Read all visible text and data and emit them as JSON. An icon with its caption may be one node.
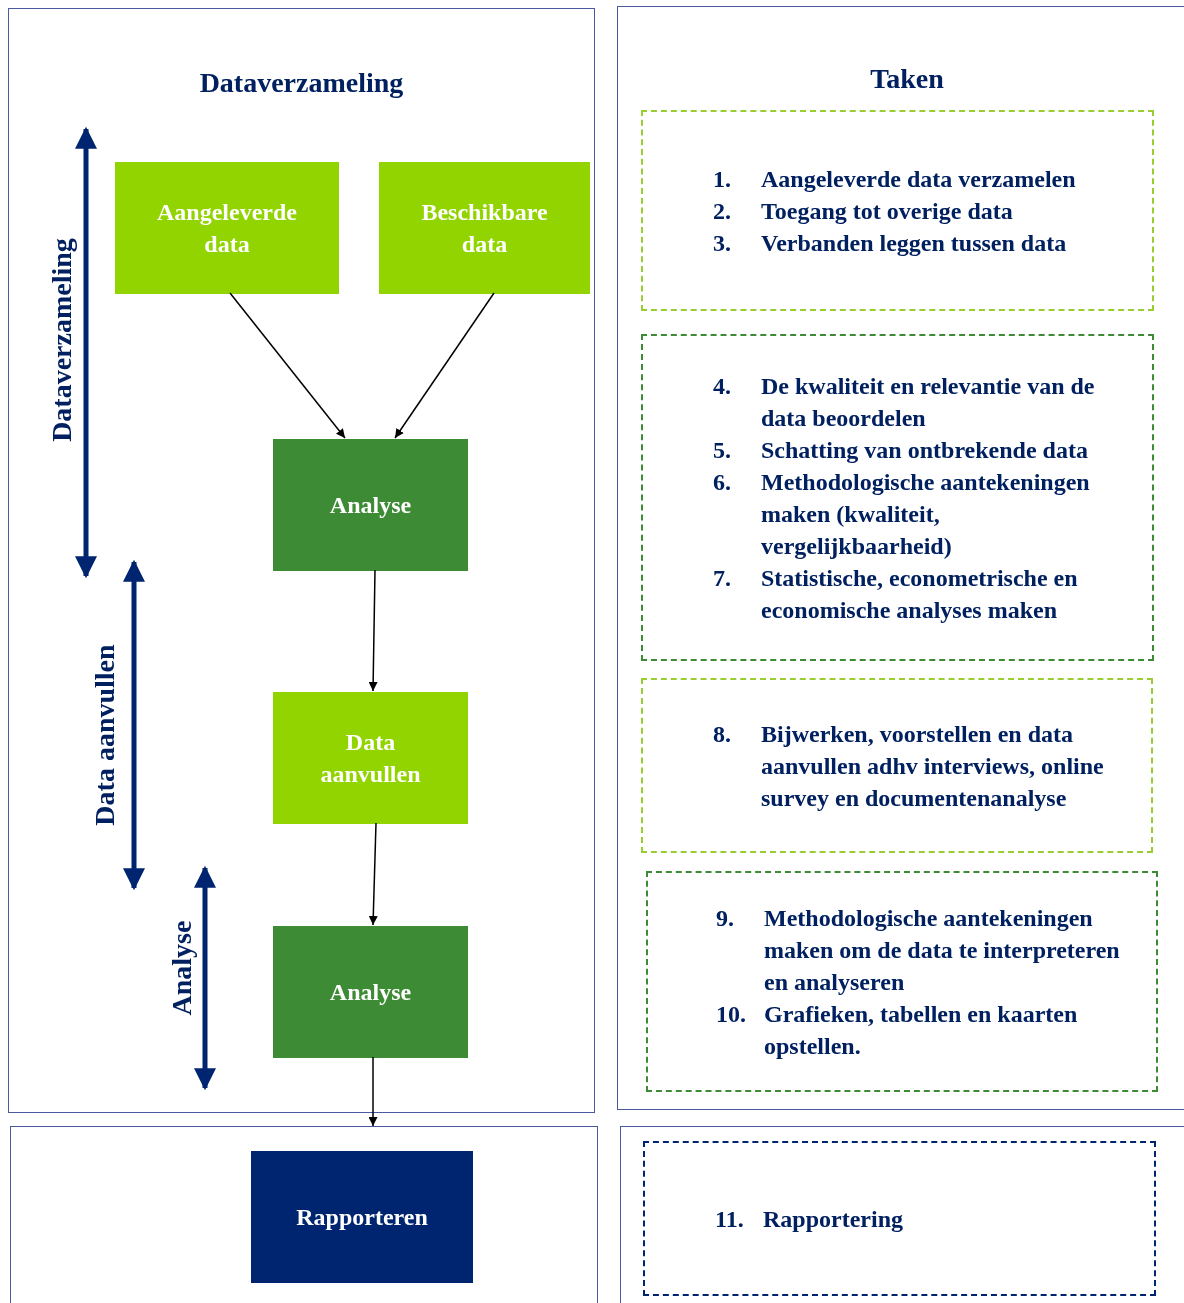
{
  "diagram": {
    "nodes": [
      {
        "text": [
          "Dataverzameling"
        ]
      },
      {
        "text": [
          "Aangeleverde data"
        ],
        "in": 0
      },
      {
        "text": [
          "Beschikbare data"
        ],
        "in": 0
      },
      {
        "text": [
          "Analyse"
        ],
        "in": 0
      },
      {
        "text": [
          "Data aanvullen"
        ],
        "in": 0
      },
      {
        "text": [
          "Analyse"
        ],
        "in": 0
      },
      {
        "text": [
          "Taken"
        ]
      },
      {
        "text": [
          "1. Aangeleverde data verzamelen",
          "2. Toegang tot overige data",
          "3. Verbanden leggen tussen data"
        ],
        "in": 6
      },
      {
        "text": [
          "4. De kwaliteit en relevantie van de data beoordelen",
          "5. Schatting van ontbrekende data",
          "6. Methodologische aantekeningen maken (kwaliteit, vergelijkbaarheid)",
          "7. Statistische, econometrische en economische analyses maken"
        ],
        "in": 6
      },
      {
        "text": [
          "8. Bijwerken, voorstellen en data aanvullen adhv interviews, online survey en documentenanalyse"
        ],
        "in": 6
      },
      {
        "text": [
          "9. Methodologische aantekeningen maken om de data te interpreteren en analyseren",
          "10. Grafieken, tabellen en kaarten opstellen."
        ],
        "in": 6
      },
      {
        "text": [],
        "shape": "box"
      },
      {
        "text": [
          "Rapporteren"
        ],
        "in": 11
      },
      {
        "text": [],
        "shape": "box"
      },
      {
        "text": [
          "11. Rapportering"
        ],
        "in": 13
      }
    ],
    "edges": [
      {
        "from": 1,
        "to": 3,
        "arrow": "to"
      },
      {
        "from": 2,
        "to": 3,
        "arrow": "to"
      },
      {
        "from": 3,
        "to": 4,
        "arrow": "to"
      },
      {
        "from": 4,
        "to": 5,
        "arrow": "to"
      },
      {
        "from": 5,
        "to": 11,
        "arrow": "to"
      }
    ],
    "labels": [
      "Dataverzameling",
      "Data aanvullen",
      "Analyse"
    ]
  }
}
